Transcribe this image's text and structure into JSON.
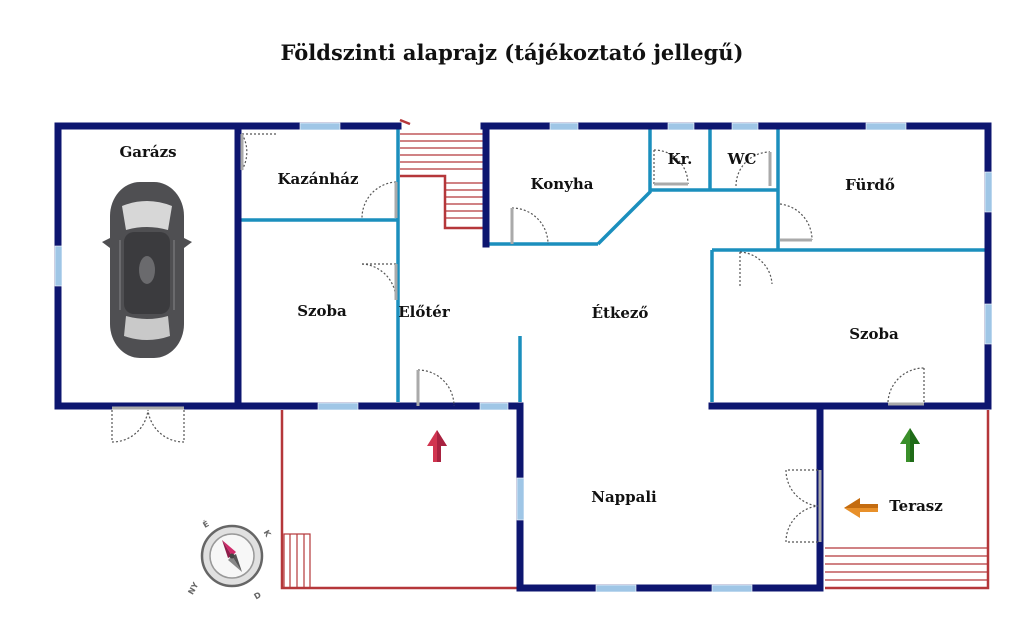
{
  "title": "Földszinti alaprajz (tájékoztató jellegű)",
  "rooms": {
    "garazs": "Garázs",
    "kazanhaz": "Kazánház",
    "konyha": "Konyha",
    "kamra": "Kr.",
    "wc": "WC",
    "furdo": "Fürdő",
    "szoba_left": "Szoba",
    "eloter": "Előtér",
    "etkezo": "Étkező",
    "szoba_right": "Szoba",
    "nappali": "Nappali",
    "terasz": "Terasz"
  },
  "compass": {
    "north": "É",
    "east": "K",
    "south": "D",
    "west": "NY"
  },
  "colors": {
    "outer_wall": "#0d1670",
    "inner_wall": "#1b8fbd",
    "terrace_line": "#b5373a",
    "window": "#9fc6e6",
    "entrance_arrow": "#d13550",
    "garden_arrow": "#3a8f2a",
    "terrace_arrow": "#e8902a",
    "car": "#4f4f52"
  }
}
